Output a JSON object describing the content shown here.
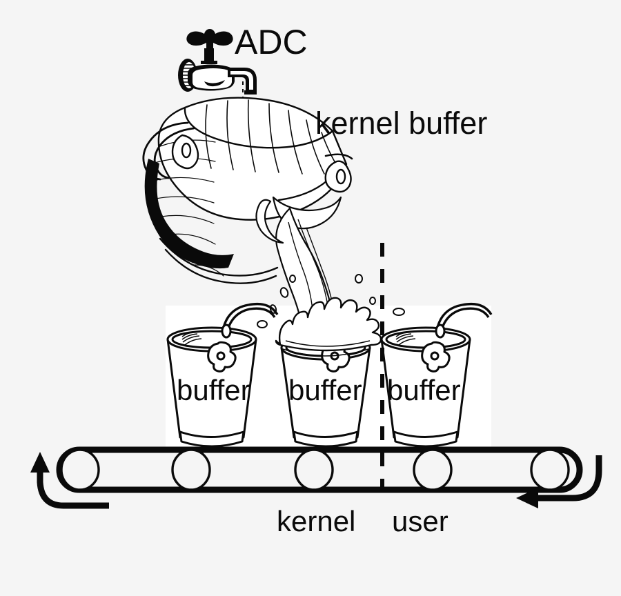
{
  "diagram": {
    "title_label": "ADC",
    "kernel_buffer_label": "kernel buffer",
    "buffers": [
      {
        "label": "buffer"
      },
      {
        "label": "buffer"
      },
      {
        "label": "buffer"
      }
    ],
    "zones": {
      "kernel_label": "kernel",
      "user_label": "user"
    },
    "icons": {
      "faucet": "faucet-icon",
      "drip": "water-drop-icon",
      "tilted_bucket": "tilted-wooden-bucket-icon",
      "pour_stream": "pouring-water-stream-icon",
      "splash": "water-splash-icon",
      "conveyor": "conveyor-belt-icon",
      "arrow_left": "curved-arrow-up-left-icon",
      "arrow_right": "curved-arrow-left-icon",
      "divider": "dashed-divider-icon"
    },
    "colors": {
      "background": "#f5f5f5",
      "panel": "#ffffff",
      "ink": "#0a0a0a"
    }
  }
}
